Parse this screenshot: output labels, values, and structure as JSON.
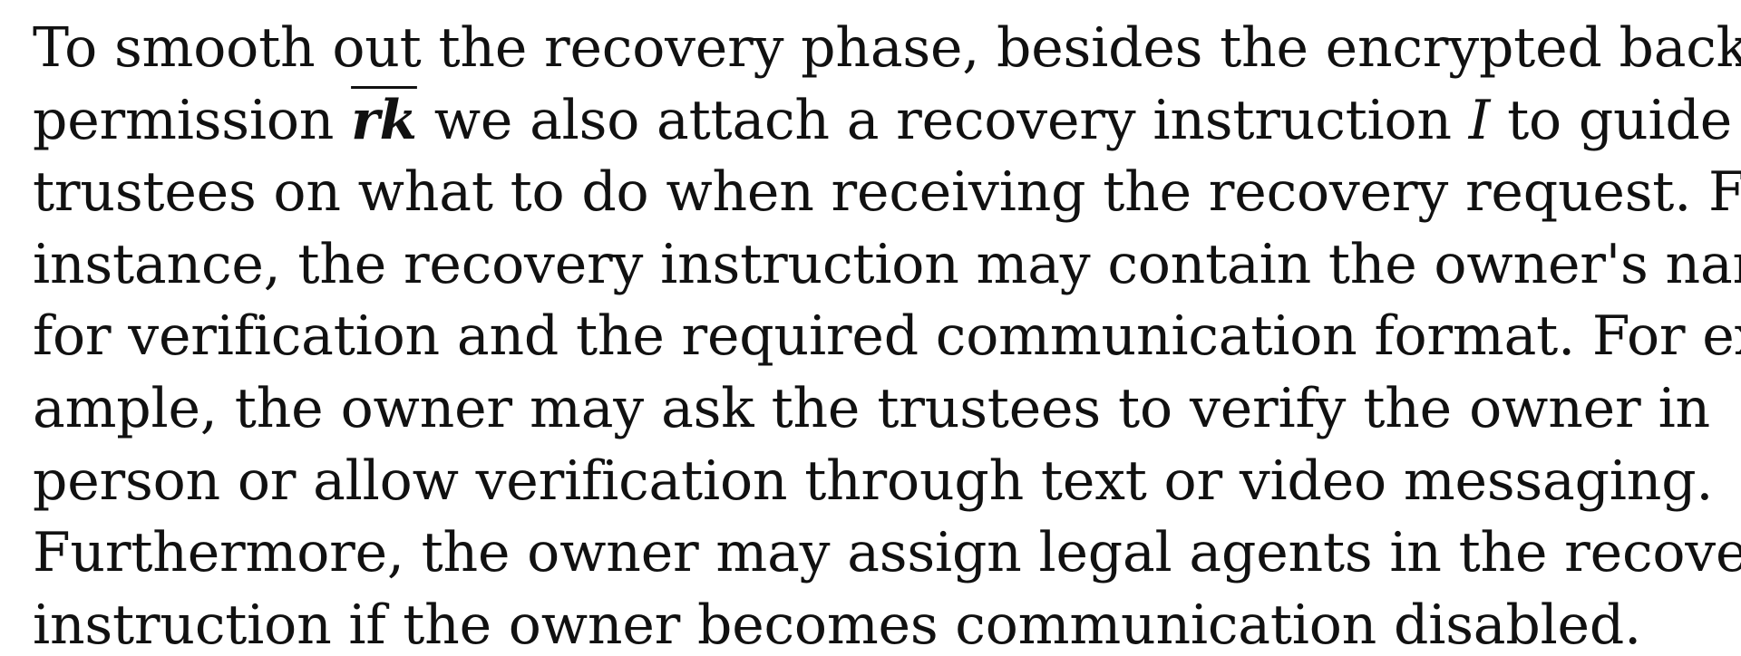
{
  "paragraph": {
    "line1": "To smooth out the recovery phase, besides the encrypted backup",
    "line2_pre": "permission ",
    "line2_symbol": "rk",
    "line2_mid": " we also attach a recovery instruction ",
    "line2_var": "I",
    "line2_post": " to guide",
    "line3": "trustees on what to do when receiving the recovery request. For",
    "line4": "instance, the recovery instruction may contain the owner's name",
    "line5": "for verification and the required communication format. For ex-",
    "line6": "ample, the owner may ask the trustees to verify the owner in",
    "line7": "person or allow verification through text or video messaging.",
    "line8": "Furthermore, the owner may assign legal agents in the recovery",
    "line9": "instruction if the owner becomes communication disabled."
  }
}
